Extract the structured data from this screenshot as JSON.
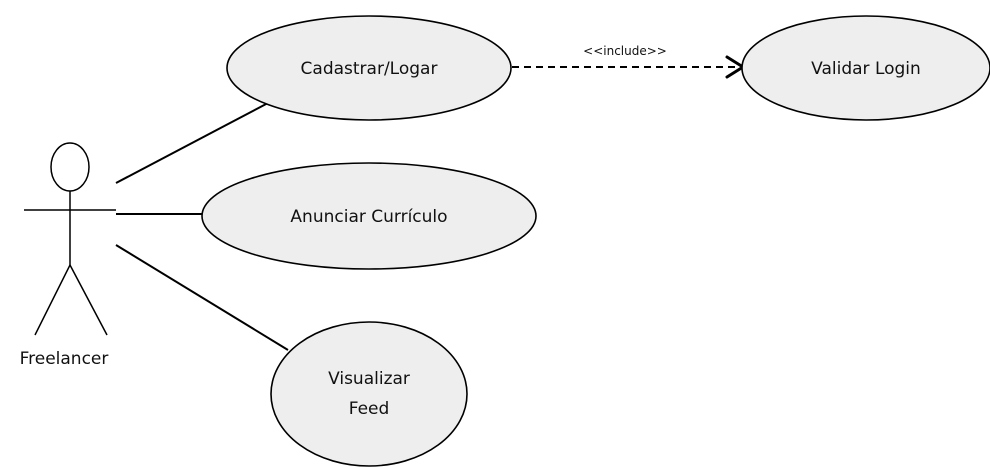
{
  "diagram": {
    "actor": {
      "label": "Freelancer"
    },
    "use_cases": {
      "cadastrar": {
        "label": "Cadastrar/Logar"
      },
      "validar": {
        "label": "Validar Login"
      },
      "anunciar": {
        "label": "Anunciar Currículo"
      },
      "visualizar": {
        "line1": "Visualizar",
        "line2": "Feed"
      }
    },
    "relations": {
      "include_label": "<<include>>"
    }
  }
}
